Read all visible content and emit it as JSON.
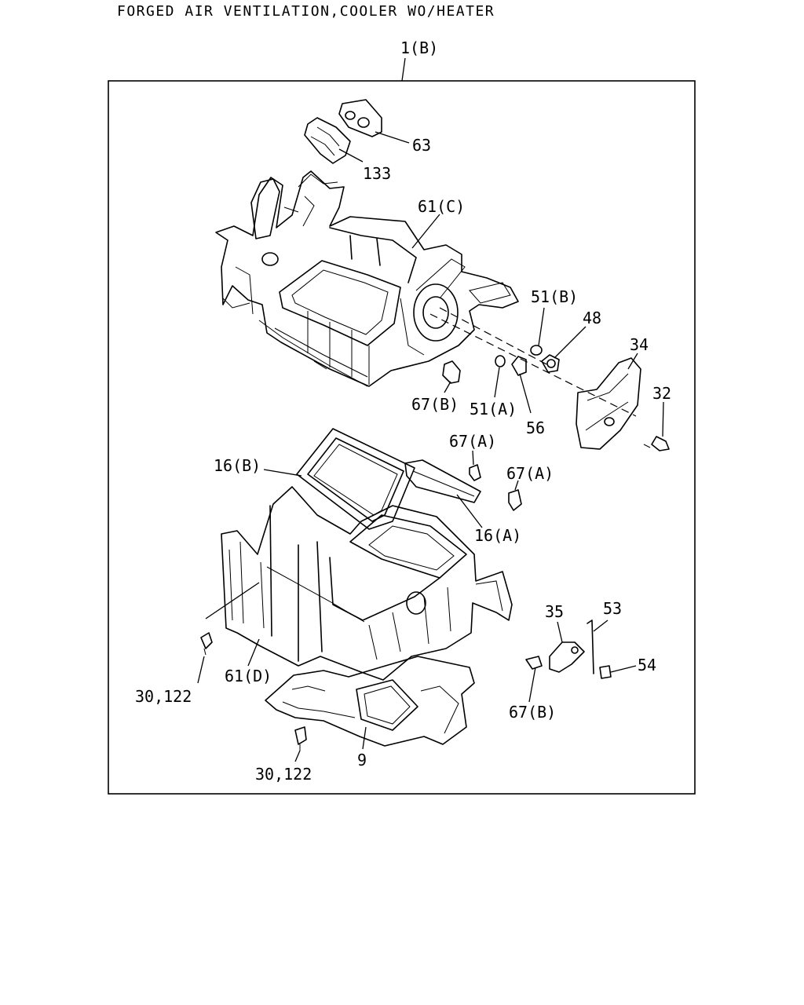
{
  "title": "FORGED AIR VENTILATION,COOLER WO/HEATER",
  "assembly_label": "1(B)",
  "callouts": {
    "c63": "63",
    "c133": "133",
    "c61c": "61(C)",
    "c51b": "51(B)",
    "c48": "48",
    "c34": "34",
    "c32": "32",
    "c67b_top": "67(B)",
    "c51a": "51(A)",
    "c56": "56",
    "c67a_1": "67(A)",
    "c67a_2": "67(A)",
    "c16b": "16(B)",
    "c16a": "16(A)",
    "c35": "35",
    "c53": "53",
    "c54": "54",
    "c67b_bottom": "67(B)",
    "c61d": "61(D)",
    "c30_left": "30,122",
    "c30_bottom": "30,122",
    "c9": "9"
  }
}
